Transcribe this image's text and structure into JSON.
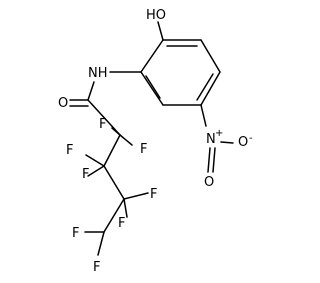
{
  "labels": {
    "hydroxyl": "HO",
    "amide_nh": "NH",
    "carbonyl_o": "O",
    "nitro_n": "N",
    "nitro_n_charge": "+",
    "nitro_o": "O",
    "nitro_o_charge": "-",
    "f_1": "F",
    "f_2": "F",
    "f_3": "F",
    "f_4": "F",
    "f_5": "F",
    "f_6": "F",
    "f_7": "F",
    "f_8": "F"
  }
}
